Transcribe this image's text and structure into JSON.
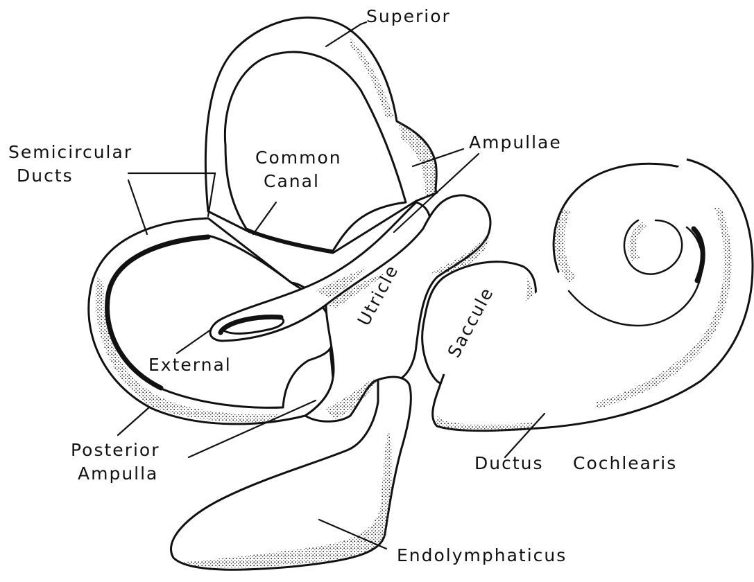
{
  "labels": {
    "superior": "Superior",
    "semicircular_line1": "Semicircular",
    "semicircular_line2": "Ducts",
    "common_line1": "Common",
    "common_line2": "Canal",
    "ampullae": "Ampullae",
    "utricle": "Utricle",
    "saccule": "Saccule",
    "external": "External",
    "posterior_line1": "Posterior",
    "posterior_line2": "Ampulla",
    "ductus": "Ductus",
    "cochlearis": "Cochlearis",
    "endolymphaticus": "Endolymphaticus"
  }
}
